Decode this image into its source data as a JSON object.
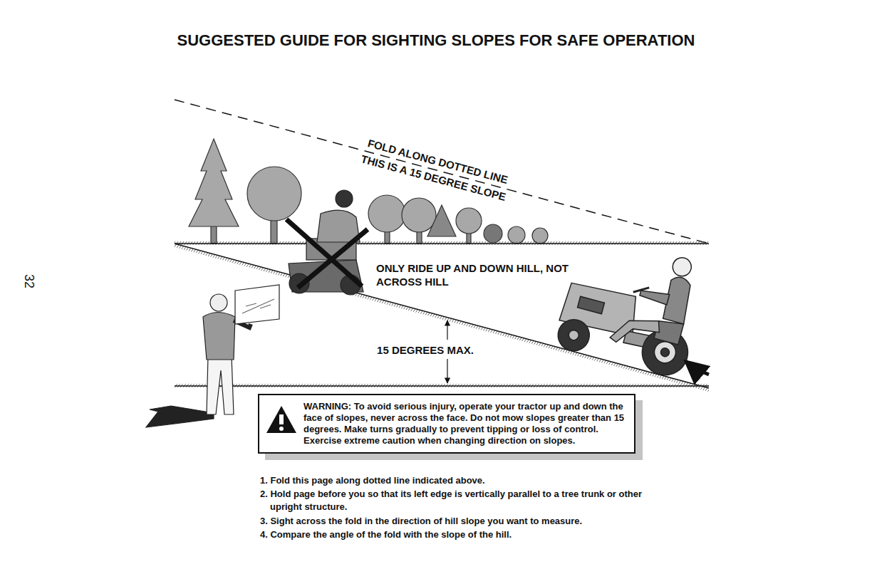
{
  "diagram": {
    "title": "SUGGESTED GUIDE FOR SIGHTING SLOPES FOR SAFE OPERATION",
    "nodes": [
      {
        "text": [
          "WARNING: To avoid serious injury, operate your tractor up and down the face of slopes, never across the face. Do not mow slopes greater than 15 degrees. Make turns gradually to prevent tipping or loss of control. Exercise extreme caution when changing direction on slopes."
        ]
      }
    ],
    "labels": [
      "32",
      "FOLD ALONG DOTTED LINE",
      "THIS IS A 15 DEGREE SLOPE",
      "ONLY RIDE UP AND DOWN HILL, NOT ACROSS HILL",
      "15 DEGREES MAX.",
      "1. Fold this page along dotted line indicated above.",
      "2. Hold page before you so that its left edge is vertically parallel to a tree trunk or other upright structure.",
      "3. Sight across the fold in the direction of hill slope you want to measure.",
      "4. Compare the angle of the fold with the slope of the hill."
    ]
  }
}
